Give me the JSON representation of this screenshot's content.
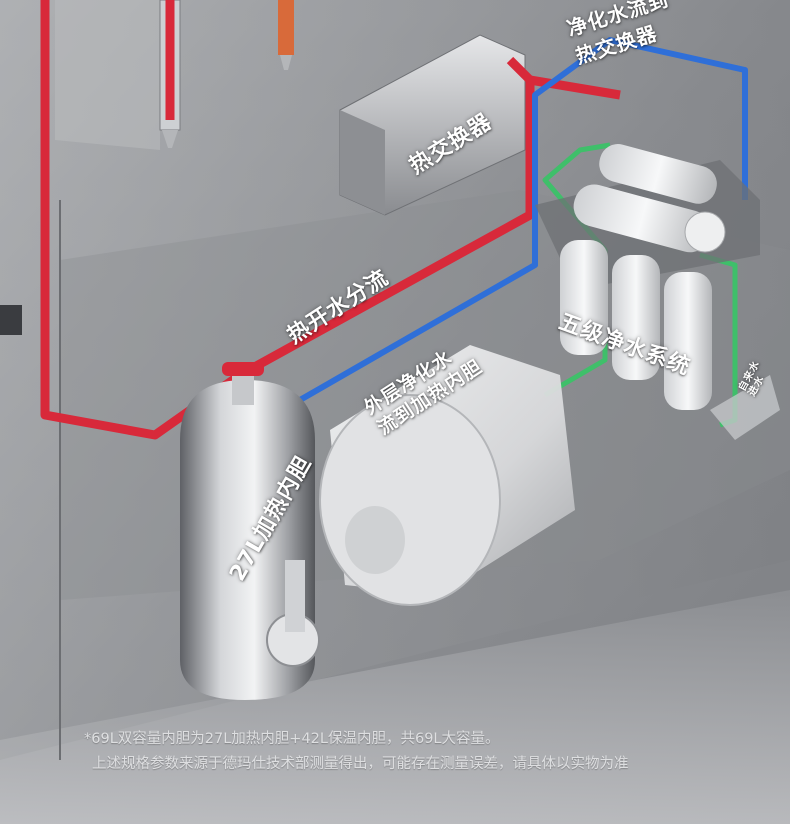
{
  "labels": {
    "purified_to_exchanger_line1": "净化水流到",
    "purified_to_exchanger_line2": "热交换器",
    "heat_exchanger": "热交换器",
    "boiling_water_split": "热开水分流",
    "five_stage_purification": "五级净水系统",
    "tap_water_in_line1": "自来水",
    "tap_water_in_line2": "进水",
    "outer_purified_line1": "外层净化水",
    "outer_purified_line2": "流到加热内胆",
    "heating_tank": "27L加热内胆"
  },
  "footnotes": {
    "capacity": "*69L双容量内胆为27L加热内胆+42L保温内胆，共69L大容量。",
    "disclaimer": "上述规格参数来源于德玛仕技术部测量得出，可能存在测量误差，请具体以实物为准"
  },
  "colors": {
    "hot_pipe": "#d8293a",
    "cold_pipe": "#2f6fd8",
    "purified_pipe": "#3fbf6a",
    "background": "#9a9ca0"
  }
}
